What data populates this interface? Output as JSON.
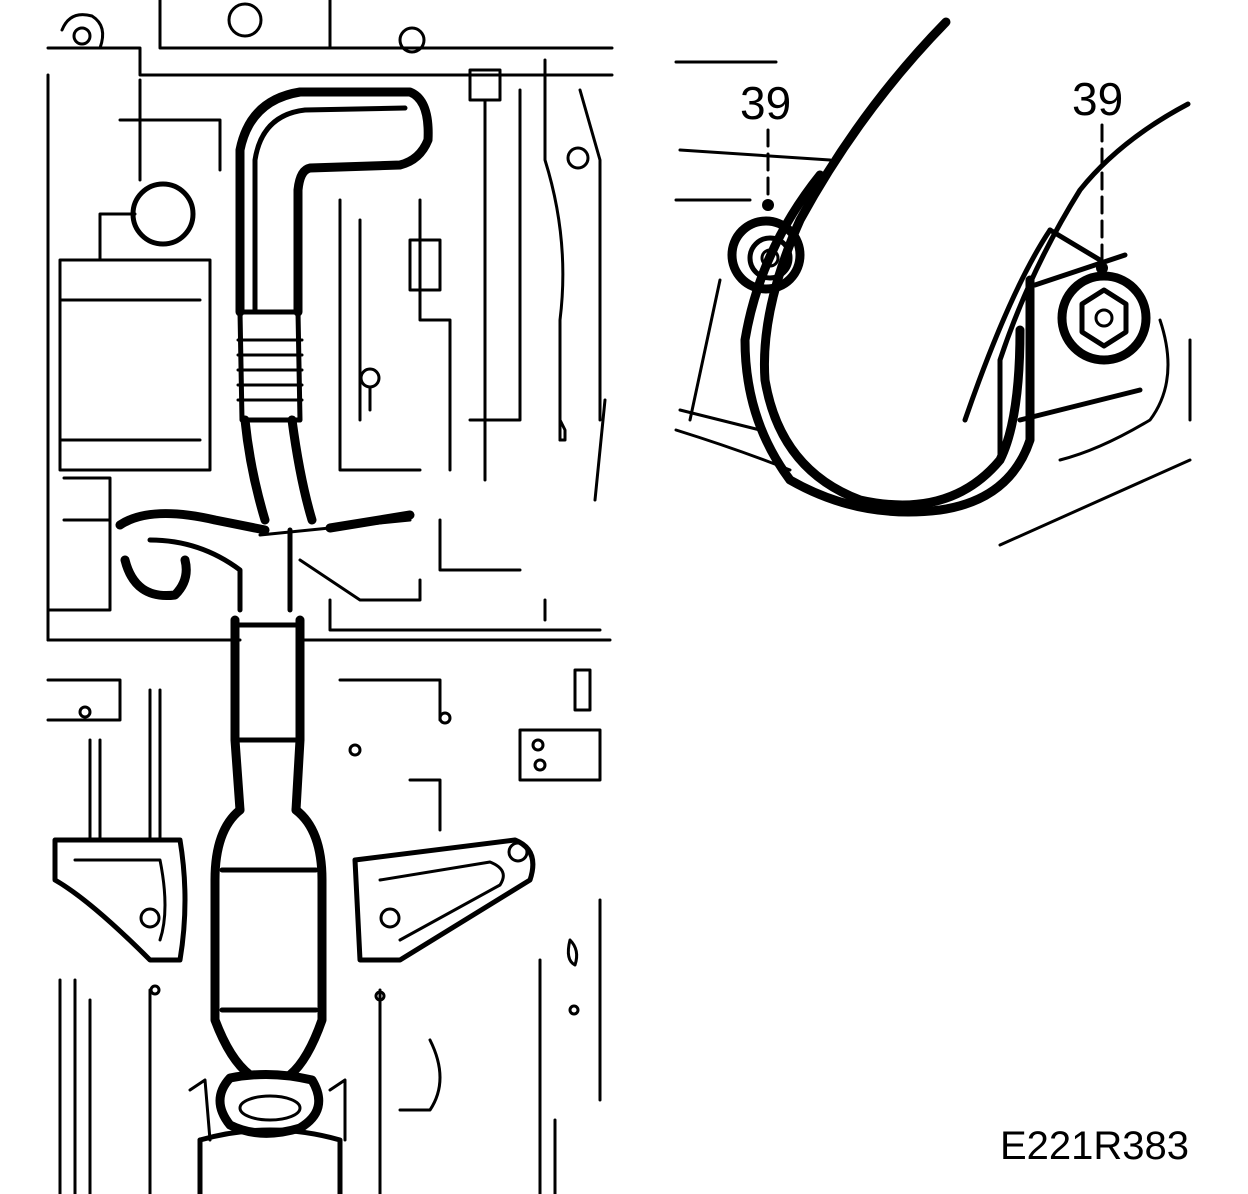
{
  "callouts": [
    {
      "label": "39"
    },
    {
      "label": "39"
    }
  ],
  "reference_code": "E221R383"
}
